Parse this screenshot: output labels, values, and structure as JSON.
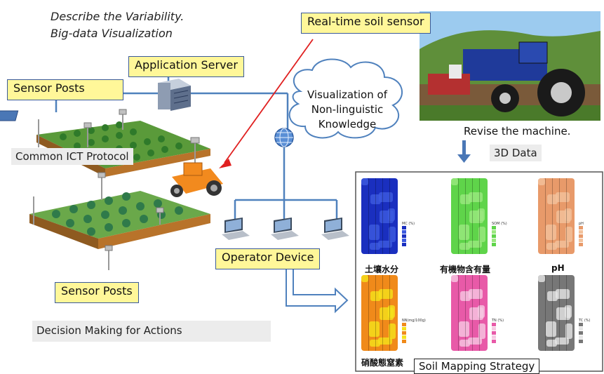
{
  "header": {
    "line1": "Describe the Variability.",
    "line2": "Big-data Visualization"
  },
  "labels": {
    "app_server": "Application Server",
    "sensor_posts_top": "Sensor Posts",
    "sensor_posts_bottom": "Sensor Posts",
    "ict_protocol": "Common ICT Protocol",
    "realtime_sensor": "Real-time soil sensor",
    "cloud_line1": "Visualization of",
    "cloud_line2": "Non-linguistic",
    "cloud_line3": "Knowledge",
    "revise": "Revise the machine.",
    "data_3d": "3D Data",
    "operator_device": "Operator Device",
    "decision": "Decision Making for Actions",
    "soil_mapping": "Soil Mapping Strategy"
  },
  "maps": [
    {
      "label": "土壤水分",
      "legend_title": "MC (%)",
      "base": "#1a2fbf",
      "accent": "#3d5be0"
    },
    {
      "label": "有機物含有量",
      "legend_title": "SOM (%)",
      "base": "#5fd44a",
      "accent": "#9be87f"
    },
    {
      "label": "pH",
      "legend_title": "pH",
      "base": "#e89a6a",
      "accent": "#f3c29c"
    },
    {
      "label": "硝酸態窒素",
      "legend_title": "NN(mg/100g)",
      "base": "#f08a1a",
      "accent": "#f5e21a"
    },
    {
      "label": "",
      "legend_title": "TN (%)",
      "base": "#e85aa8",
      "accent": "#f6c8e2"
    },
    {
      "label": "",
      "legend_title": "TC (%)",
      "base": "#777777",
      "accent": "#e6e6e6"
    }
  ],
  "colors": {
    "line_blue": "#4f81bd",
    "arrow_red": "#e02020",
    "yellow_box": "#fff799",
    "field_soil": "#b8732a"
  }
}
